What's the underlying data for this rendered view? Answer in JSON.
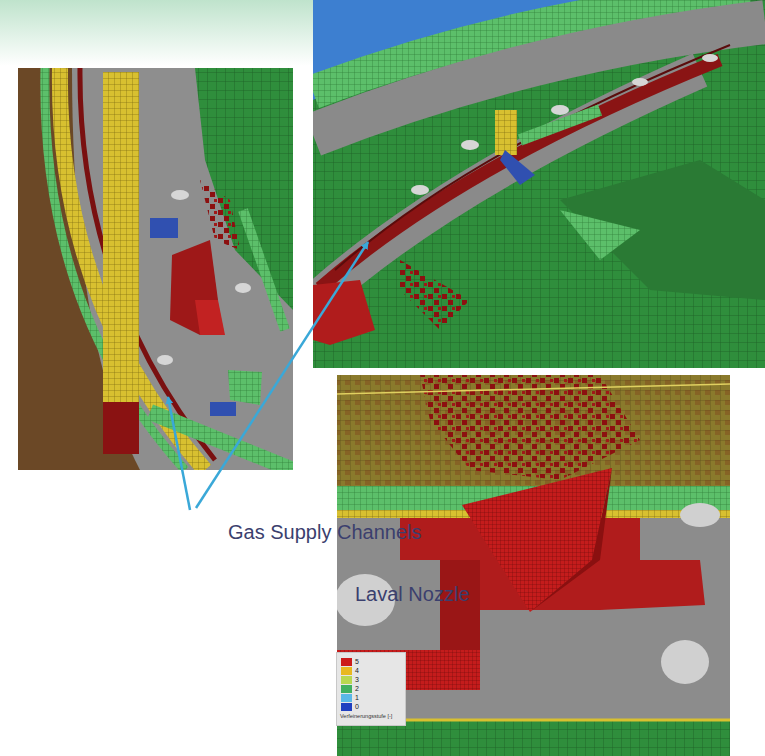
{
  "diagram": {
    "labels": [
      "Gas Supply Channels",
      "Laval Nozzle",
      "Verfeinerungsstufe [-]"
    ],
    "legend": [
      {
        "text": "5",
        "color": "#cc1a1a"
      },
      {
        "text": "4",
        "color": "#e8b820"
      },
      {
        "text": "3",
        "color": "#b8d850"
      },
      {
        "text": "2",
        "color": "#40b060"
      },
      {
        "text": "1",
        "color": "#5ab8e8"
      },
      {
        "text": "0",
        "color": "#2040c0"
      }
    ]
  }
}
